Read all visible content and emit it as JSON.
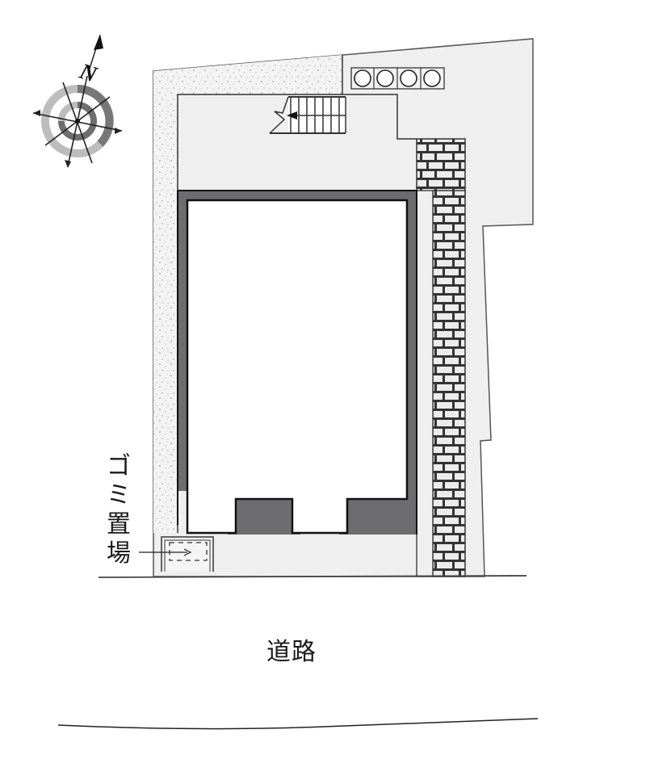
{
  "diagram": {
    "type": "site-plan",
    "compass": {
      "icon": "compass-rose-icon",
      "north_label": "N"
    },
    "labels": {
      "garbage_area": [
        "ゴ",
        "ミ",
        "置",
        "場"
      ],
      "garbage_area_text": "ゴミ置場",
      "road": "道路"
    },
    "elements": {
      "bicycle_parking_count": 4,
      "stairs": "stairs-icon",
      "brick_wall": "brick-wall"
    },
    "colors": {
      "site_fill": "#efefef",
      "stipple_fill": "#f2f2f2",
      "building_wall": "#6d6d70",
      "outline": "#333333",
      "brick_fill": "#ececec"
    }
  }
}
